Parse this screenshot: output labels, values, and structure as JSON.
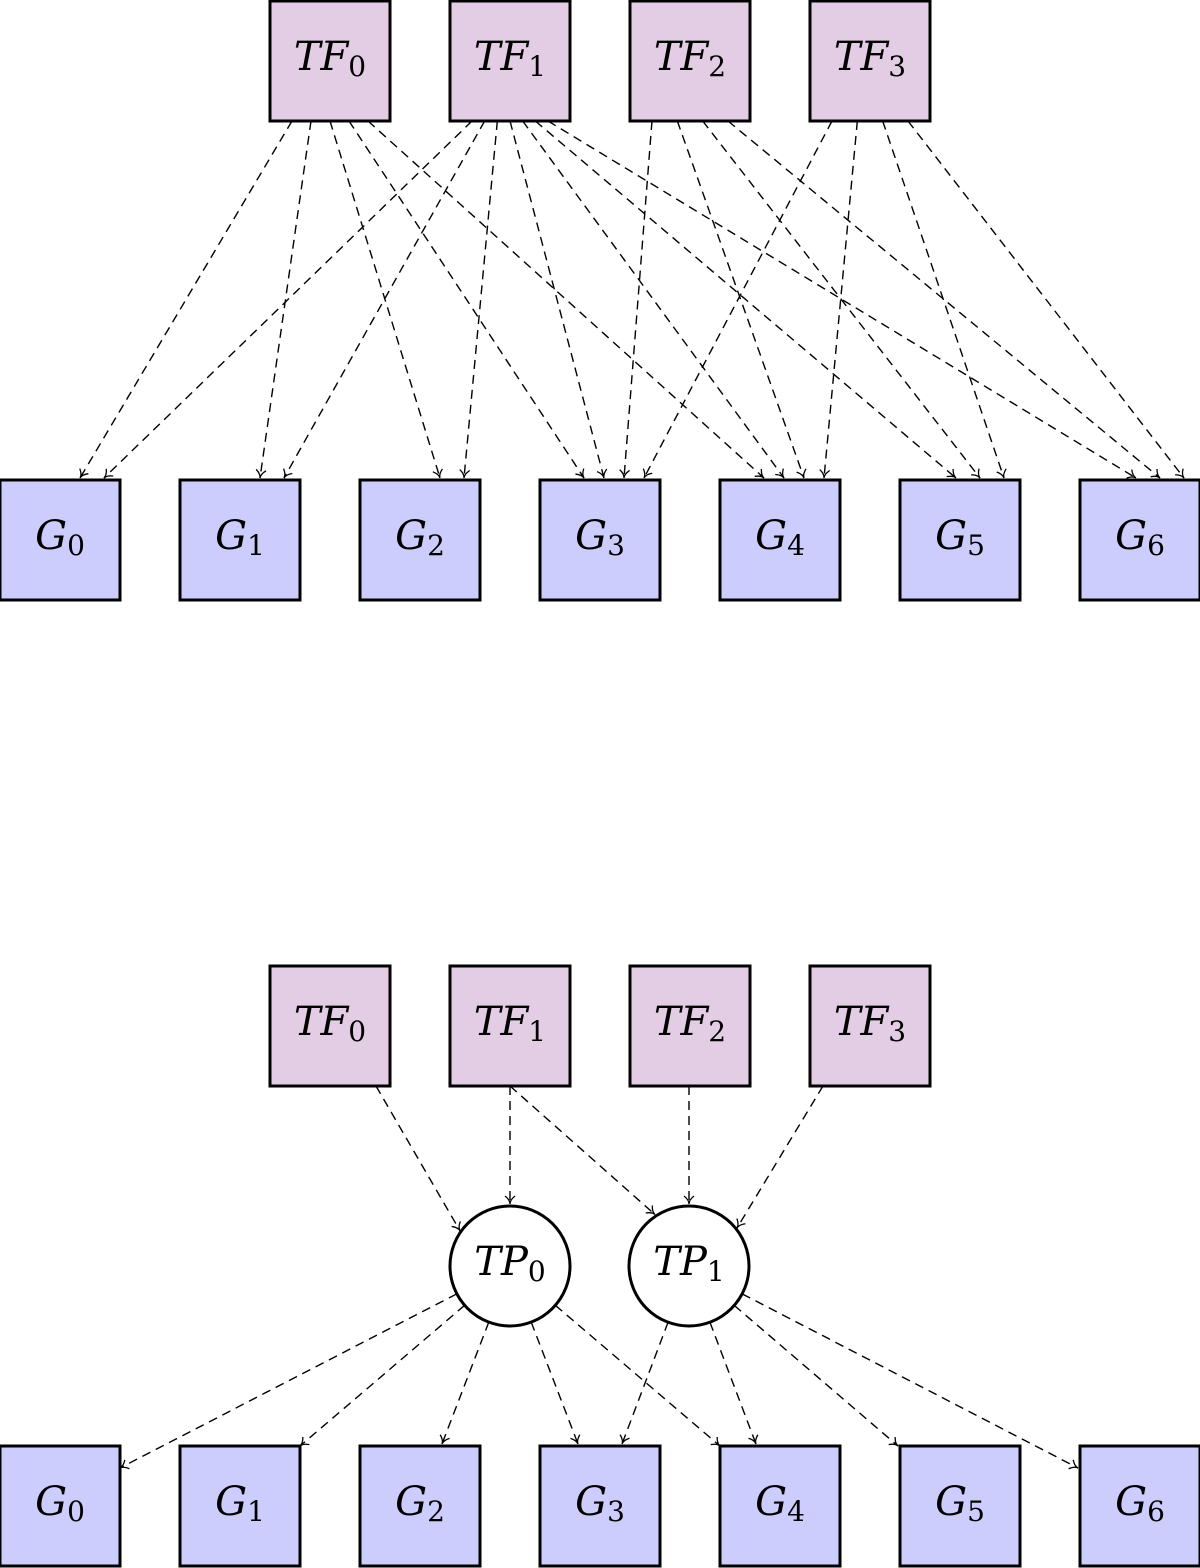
{
  "colors": {
    "tf_fill": "#e3cde4",
    "g_fill": "#cccdfd",
    "tp_fill": "#ffffff",
    "stroke": "#000000"
  },
  "diagram_top": {
    "tfs": [
      {
        "id": "tf0",
        "base": "TF",
        "sub": "0"
      },
      {
        "id": "tf1",
        "base": "TF",
        "sub": "1"
      },
      {
        "id": "tf2",
        "base": "TF",
        "sub": "2"
      },
      {
        "id": "tf3",
        "base": "TF",
        "sub": "3"
      }
    ],
    "genes": [
      {
        "id": "g0",
        "base": "G",
        "sub": "0"
      },
      {
        "id": "g1",
        "base": "G",
        "sub": "1"
      },
      {
        "id": "g2",
        "base": "G",
        "sub": "2"
      },
      {
        "id": "g3",
        "base": "G",
        "sub": "3"
      },
      {
        "id": "g4",
        "base": "G",
        "sub": "4"
      },
      {
        "id": "g5",
        "base": "G",
        "sub": "5"
      },
      {
        "id": "g6",
        "base": "G",
        "sub": "6"
      }
    ],
    "edges": [
      [
        "tf0",
        "g0"
      ],
      [
        "tf0",
        "g1"
      ],
      [
        "tf0",
        "g2"
      ],
      [
        "tf0",
        "g3"
      ],
      [
        "tf0",
        "g4"
      ],
      [
        "tf1",
        "g0"
      ],
      [
        "tf1",
        "g1"
      ],
      [
        "tf1",
        "g2"
      ],
      [
        "tf1",
        "g3"
      ],
      [
        "tf1",
        "g4"
      ],
      [
        "tf1",
        "g5"
      ],
      [
        "tf1",
        "g6"
      ],
      [
        "tf2",
        "g3"
      ],
      [
        "tf2",
        "g4"
      ],
      [
        "tf2",
        "g5"
      ],
      [
        "tf2",
        "g6"
      ],
      [
        "tf3",
        "g3"
      ],
      [
        "tf3",
        "g4"
      ],
      [
        "tf3",
        "g5"
      ],
      [
        "tf3",
        "g6"
      ]
    ]
  },
  "diagram_bottom": {
    "tfs": [
      {
        "id": "tf0",
        "base": "TF",
        "sub": "0"
      },
      {
        "id": "tf1",
        "base": "TF",
        "sub": "1"
      },
      {
        "id": "tf2",
        "base": "TF",
        "sub": "2"
      },
      {
        "id": "tf3",
        "base": "TF",
        "sub": "3"
      }
    ],
    "tps": [
      {
        "id": "tp0",
        "base": "TP",
        "sub": "0"
      },
      {
        "id": "tp1",
        "base": "TP",
        "sub": "1"
      }
    ],
    "genes": [
      {
        "id": "g0",
        "base": "G",
        "sub": "0"
      },
      {
        "id": "g1",
        "base": "G",
        "sub": "1"
      },
      {
        "id": "g2",
        "base": "G",
        "sub": "2"
      },
      {
        "id": "g3",
        "base": "G",
        "sub": "3"
      },
      {
        "id": "g4",
        "base": "G",
        "sub": "4"
      },
      {
        "id": "g5",
        "base": "G",
        "sub": "5"
      },
      {
        "id": "g6",
        "base": "G",
        "sub": "6"
      }
    ],
    "edges": [
      [
        "tf0",
        "tp0"
      ],
      [
        "tf1",
        "tp0"
      ],
      [
        "tf1",
        "tp1"
      ],
      [
        "tf2",
        "tp1"
      ],
      [
        "tf3",
        "tp1"
      ],
      [
        "tp0",
        "g0"
      ],
      [
        "tp0",
        "g1"
      ],
      [
        "tp0",
        "g2"
      ],
      [
        "tp0",
        "g3"
      ],
      [
        "tp0",
        "g4"
      ],
      [
        "tp1",
        "g3"
      ],
      [
        "tp1",
        "g4"
      ],
      [
        "tp1",
        "g5"
      ],
      [
        "tp1",
        "g6"
      ]
    ]
  }
}
